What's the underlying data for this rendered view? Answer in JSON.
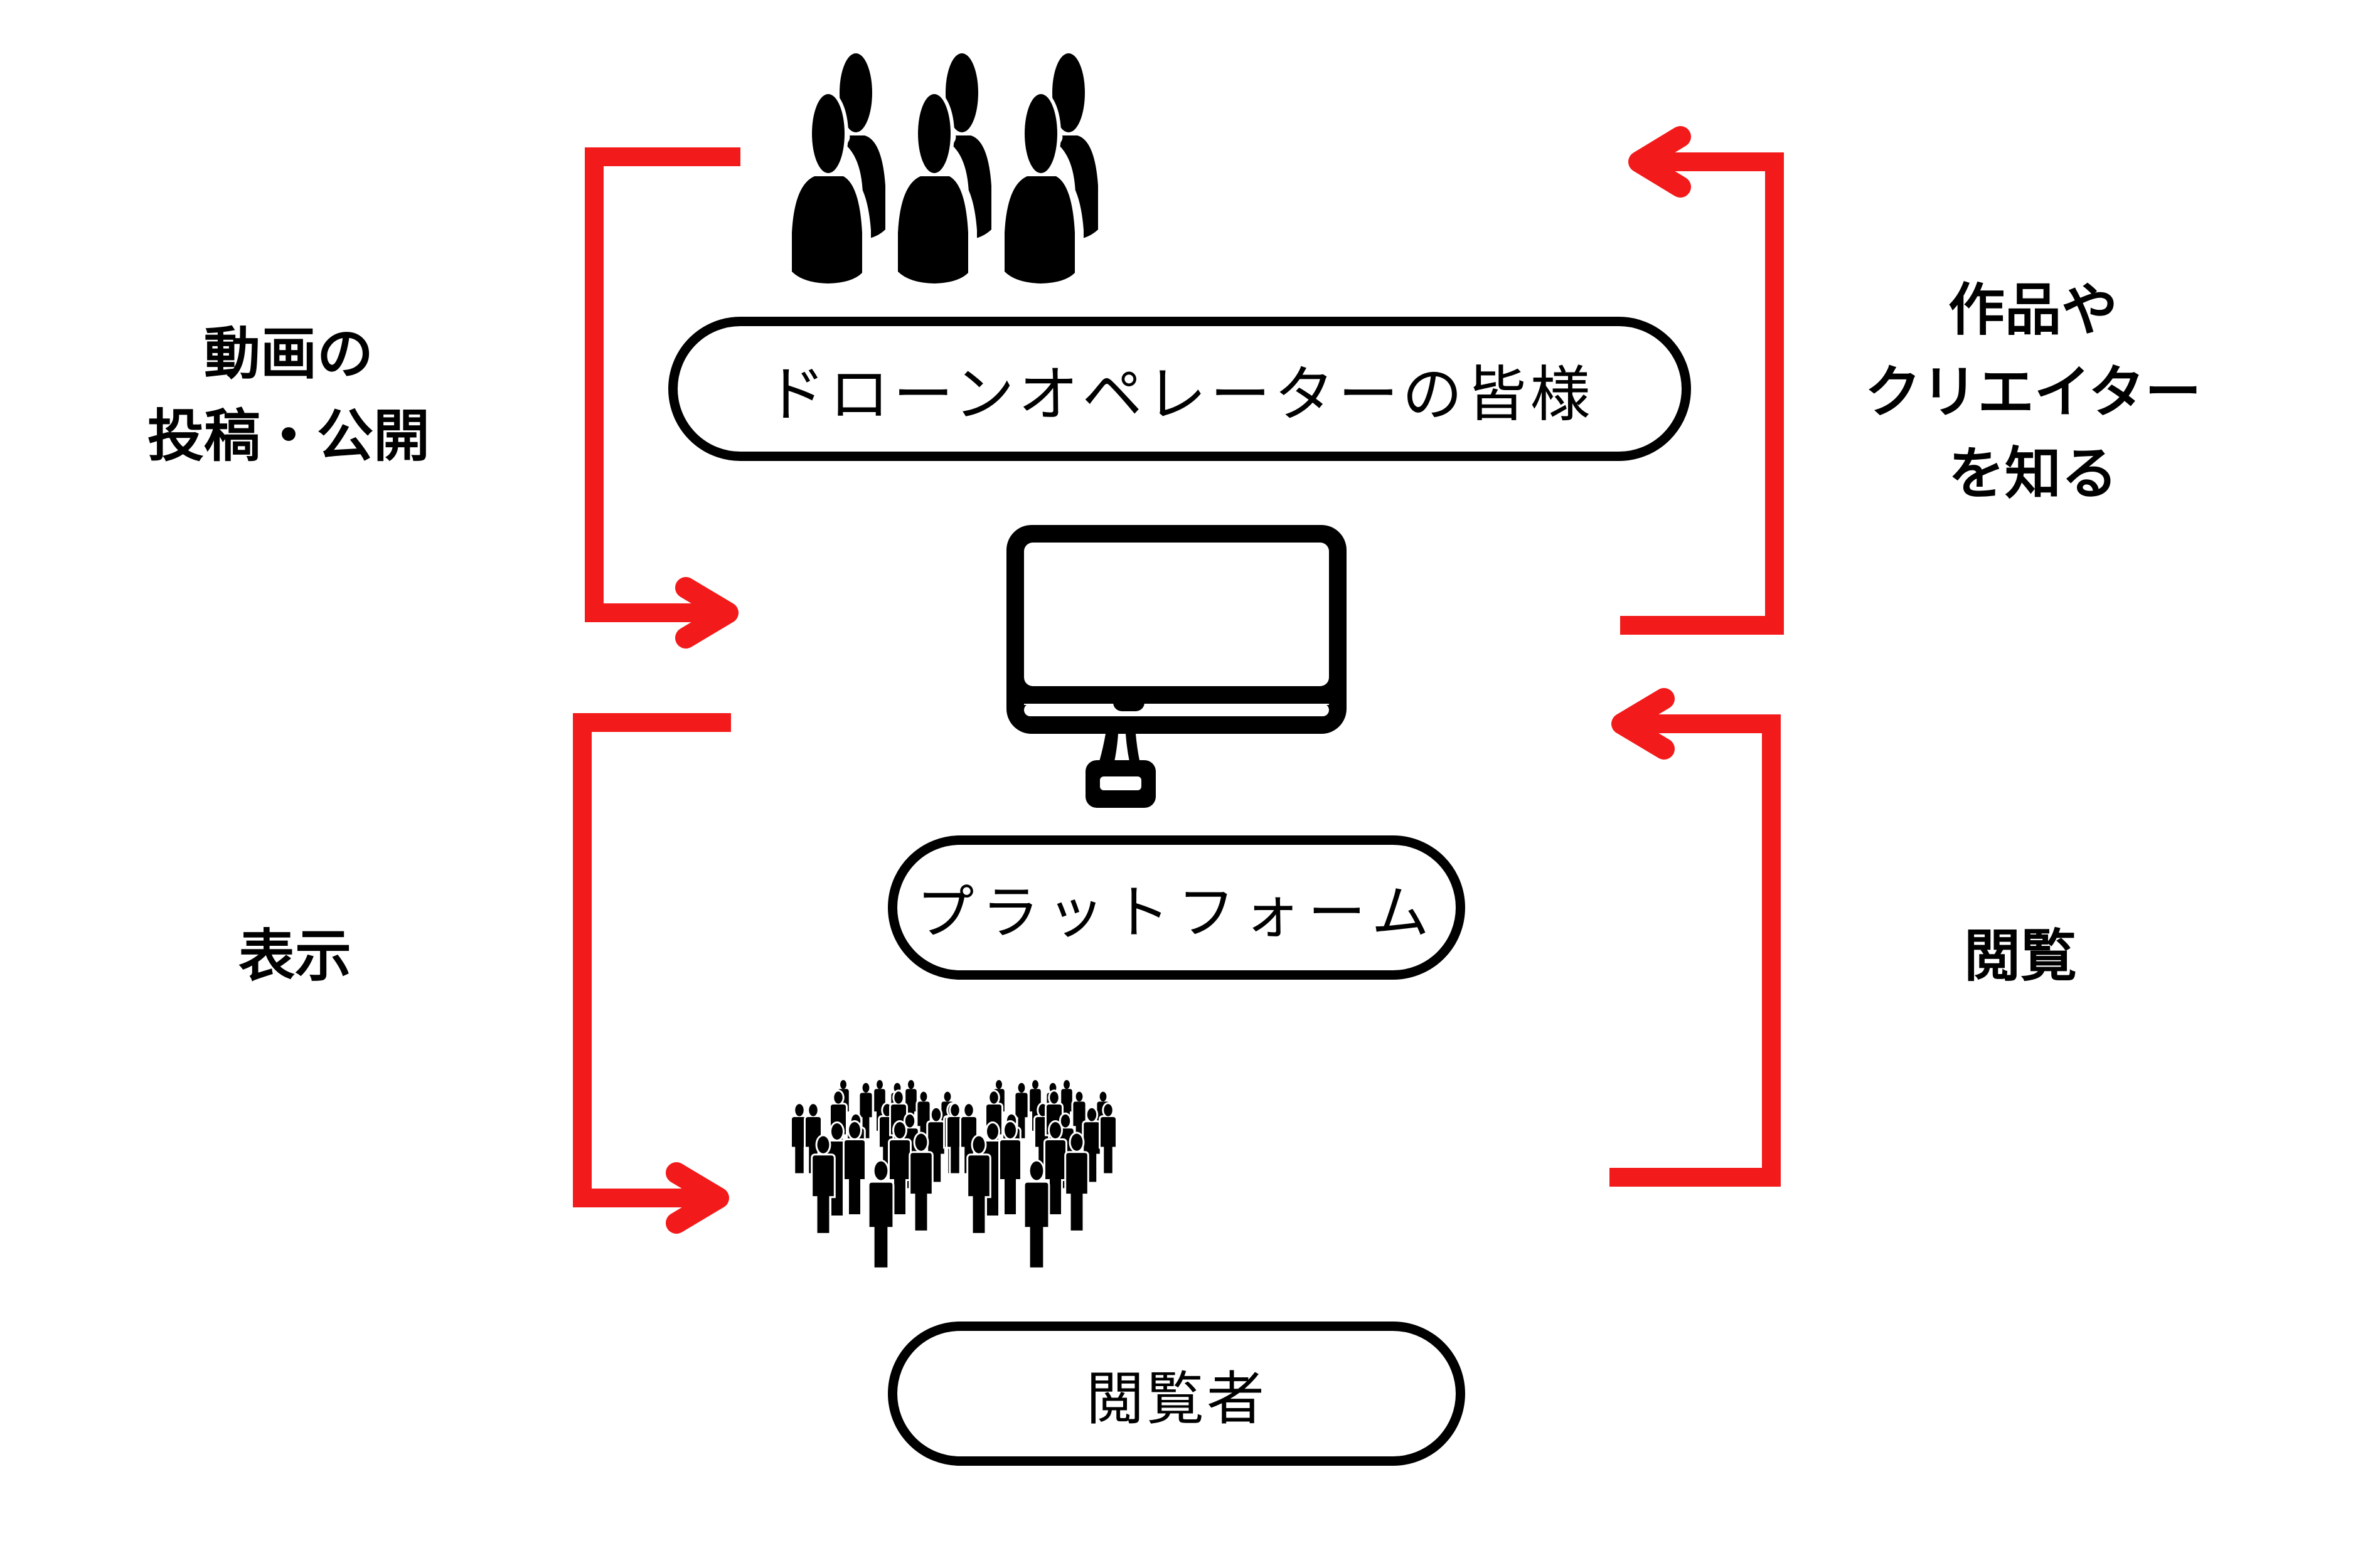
{
  "diagram": {
    "nodes": {
      "operators": {
        "label": "ドローンオペレーターの皆様",
        "icon": "people-group-icon"
      },
      "platform": {
        "label": "プラットフォーム",
        "icon": "desktop-monitor-icon"
      },
      "viewers": {
        "label": "閲覧者",
        "icon": "crowd-icon"
      }
    },
    "edges": [
      {
        "id": "post",
        "from": "operators",
        "to": "platform",
        "label": "動画の\n投稿・公開"
      },
      {
        "id": "know",
        "from": "platform",
        "to": "operators",
        "label": "作品や\nクリエイター\nを知る"
      },
      {
        "id": "display",
        "from": "platform",
        "to": "viewers",
        "label": "表示"
      },
      {
        "id": "browse",
        "from": "viewers",
        "to": "platform",
        "label": "閲覧"
      }
    ],
    "colors": {
      "arrow": "#f21a1a",
      "ink": "#000000",
      "background": "#ffffff"
    }
  }
}
